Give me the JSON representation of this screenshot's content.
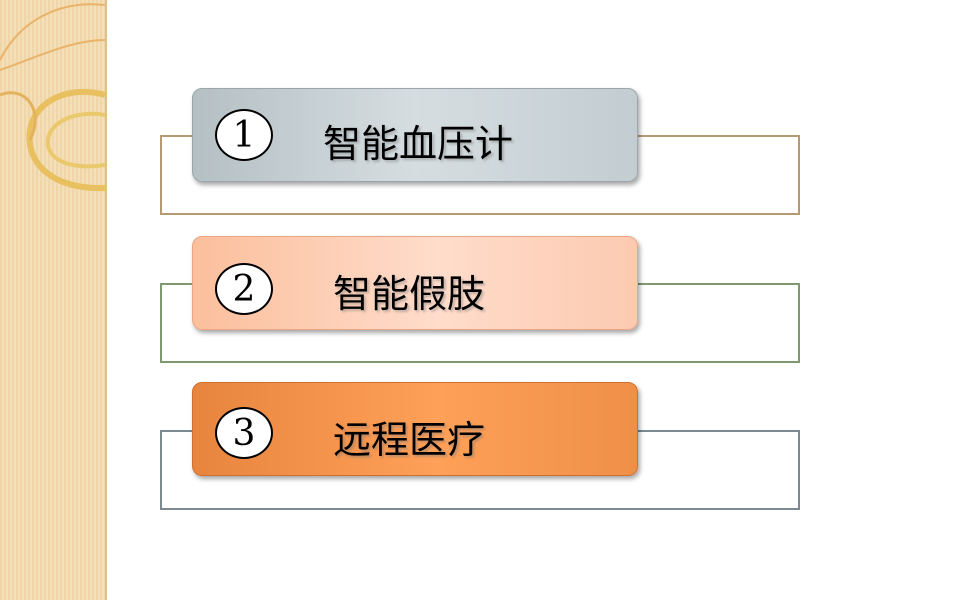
{
  "items": [
    {
      "number": "1",
      "label": "智能血压计"
    },
    {
      "number": "2",
      "label": "智能假肢"
    },
    {
      "number": "3",
      "label": "远程医疗"
    }
  ],
  "colors": {
    "item1": "#c7d1d5",
    "item2": "#fdd0b8",
    "item3": "#f59a50",
    "side_strip": "#f0d7aa"
  }
}
